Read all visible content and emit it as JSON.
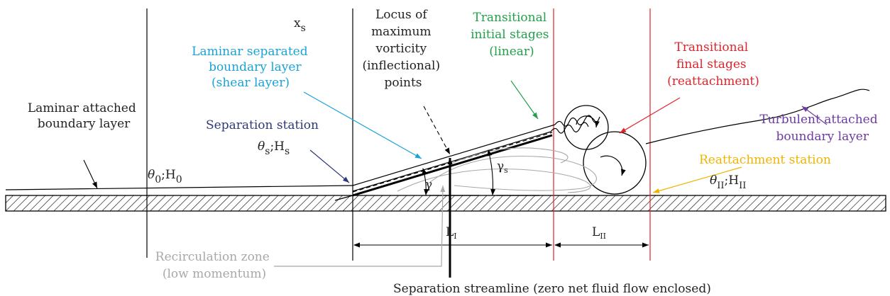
{
  "colors": {
    "black": "#000000",
    "cyan": "#1aa3d9",
    "green": "#22a04a",
    "red": "#e0242b",
    "purple": "#6d3aa3",
    "yellow": "#f0b400",
    "navy": "#2e3a78",
    "gray": "#a8a8a8"
  },
  "labels": {
    "xs_main": "x",
    "xs_sub": "s",
    "laminar_attached_1": "Laminar attached",
    "laminar_attached_2": "boundary layer",
    "laminar_separated_1": "Laminar separated",
    "laminar_separated_2": "boundary layer",
    "laminar_separated_3": "(shear layer)",
    "locus_1": "Locus of",
    "locus_2": "maximum",
    "locus_3": "vorticity",
    "locus_4": "(inflectional)",
    "locus_5": "points",
    "transitional_initial_1": "Transitional",
    "transitional_initial_2": "initial stages",
    "transitional_initial_3": "(linear)",
    "transitional_final_1": "Transitional",
    "transitional_final_2": "final stages",
    "transitional_final_3": "(reattachment)",
    "turbulent_1": "Turbulent attached",
    "turbulent_2": "boundary layer",
    "separation_station": "Separation station",
    "reattachment_station": "Reattachment station",
    "theta_s_sym": "θ",
    "theta_s_sub": "s",
    "theta_s_h": ";H",
    "theta_s_hsub": "s",
    "theta_0_sym": "θ",
    "theta_0_sub": "0",
    "theta_0_h": ";H",
    "theta_0_hsub": "0",
    "theta_ii_sym": "θ",
    "theta_ii_sub": "II",
    "theta_ii_h": ";H",
    "theta_ii_hsub": "II",
    "gamma": "γ",
    "gamma_s_main": "γ",
    "gamma_s_sub": "s",
    "l_i_main": "L",
    "l_i_sub": "I",
    "l_ii_main": "L",
    "l_ii_sub": "II",
    "recirculation_1": "Recirculation zone",
    "recirculation_2": "(low momentum)",
    "separation_streamline": "Separation streamline (zero net fluid flow enclosed)"
  }
}
